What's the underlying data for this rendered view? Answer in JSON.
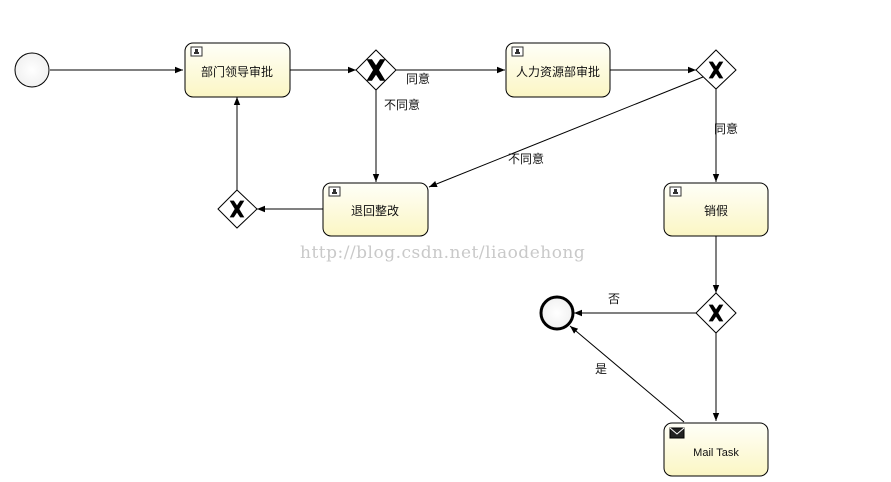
{
  "tasks": {
    "dept_approval": "部门领导审批",
    "hr_approval": "人力资源部审批",
    "return_modify": "退回整改",
    "cancel_leave": "销假",
    "mail_task": "Mail Task"
  },
  "flows": {
    "agree_1": "同意",
    "disagree_1": "不同意",
    "agree_2": "同意",
    "disagree_2": "不同意",
    "no": "否",
    "yes": "是"
  },
  "watermark": "http://blog.csdn.net/liaodehong",
  "icons": {
    "user_task": "user-task-icon",
    "mail_task": "mail-envelope-icon",
    "gateway": "exclusive-gateway-x-icon"
  },
  "colors": {
    "task_fill_top": "#fffff6",
    "task_fill_bottom": "#fbf7c8",
    "stroke": "#000000"
  }
}
